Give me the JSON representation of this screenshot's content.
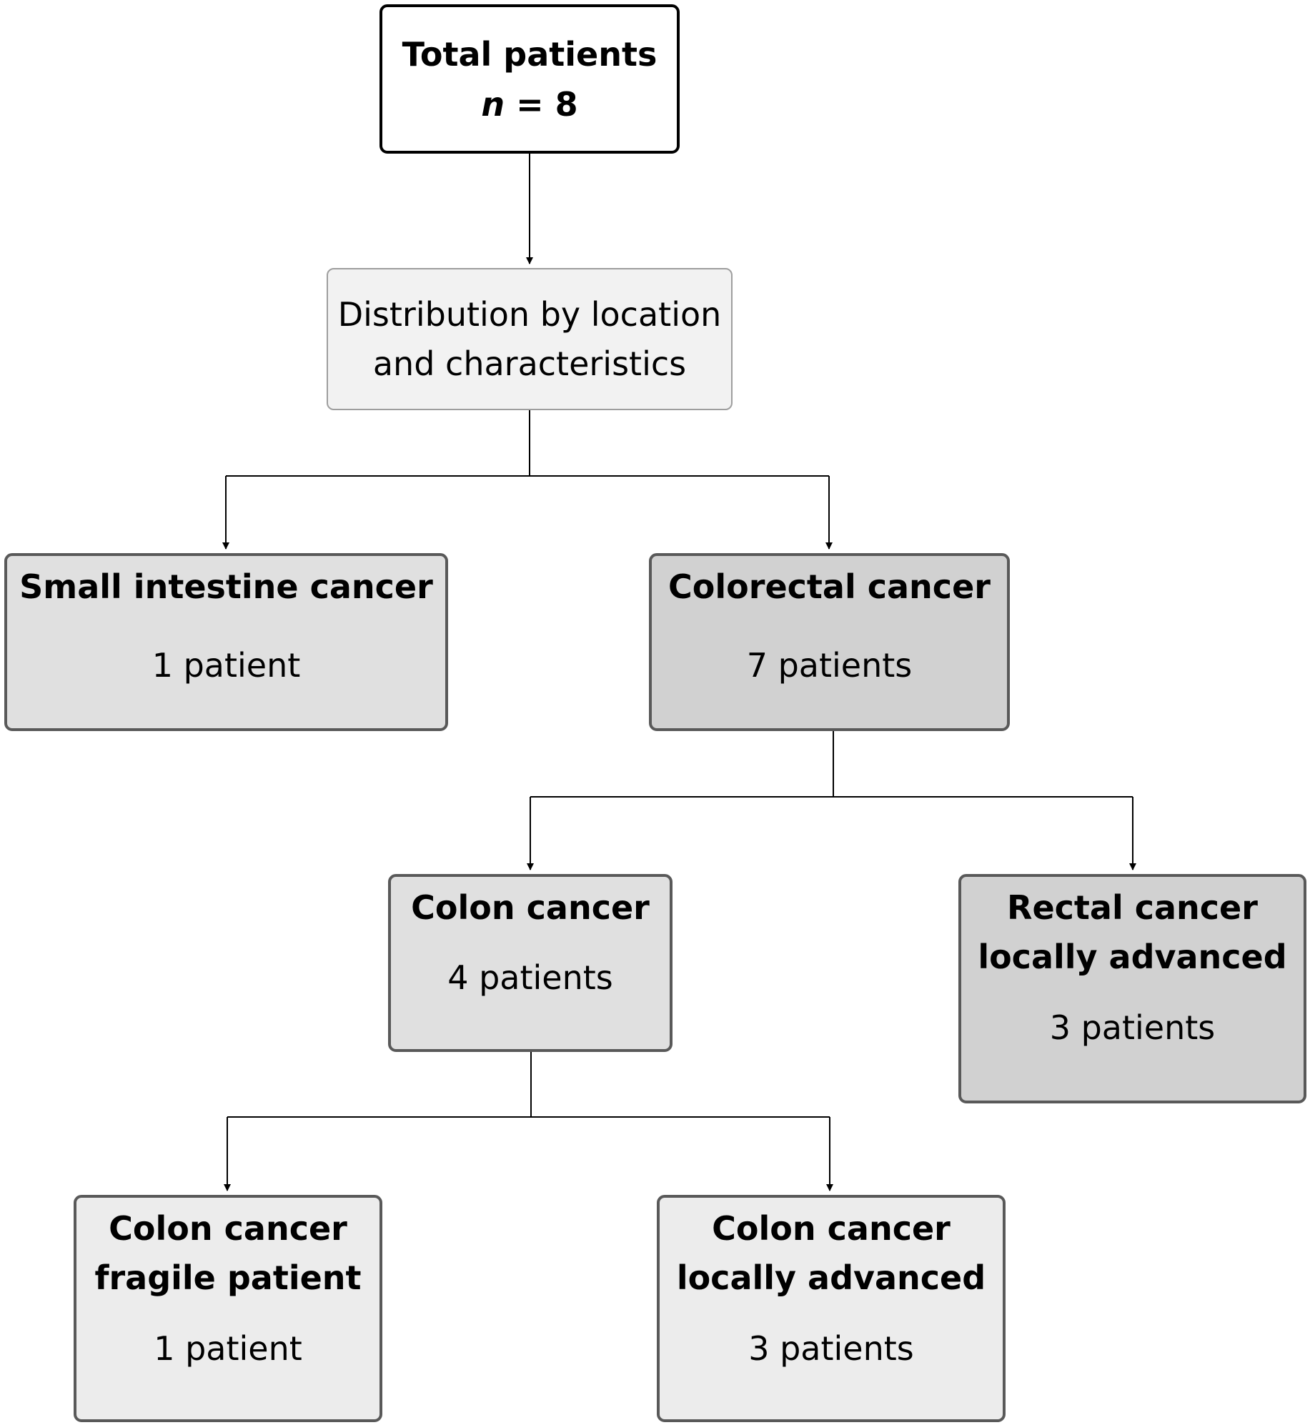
{
  "nodes": {
    "total": {
      "title": "Total patients",
      "n_symbol": "n",
      "n_rest": " = 8"
    },
    "distribution": {
      "line1": "Distribution by location",
      "line2": "and characteristics"
    },
    "small_intestine": {
      "title": "Small intestine cancer",
      "count": "1 patient"
    },
    "colorectal": {
      "title": "Colorectal cancer",
      "count": "7 patients"
    },
    "colon": {
      "title": "Colon cancer",
      "count": "4 patients"
    },
    "rectal": {
      "title_line1": "Rectal cancer",
      "title_line2": "locally advanced",
      "count": "3 patients"
    },
    "colon_fragile": {
      "title_line1": "Colon cancer",
      "title_line2": "fragile patient",
      "count": "1 patient"
    },
    "colon_advanced": {
      "title_line1": "Colon cancer",
      "title_line2": "locally advanced",
      "count": "3 patients"
    }
  },
  "colors": {
    "box_border": "#595959",
    "box_gray_medium": "#d1d1d1",
    "box_gray_light": "#e0e0e0",
    "box_gray_lighter": "#ececec",
    "distribution_fill": "#f2f2f2",
    "connector": "#000000"
  }
}
